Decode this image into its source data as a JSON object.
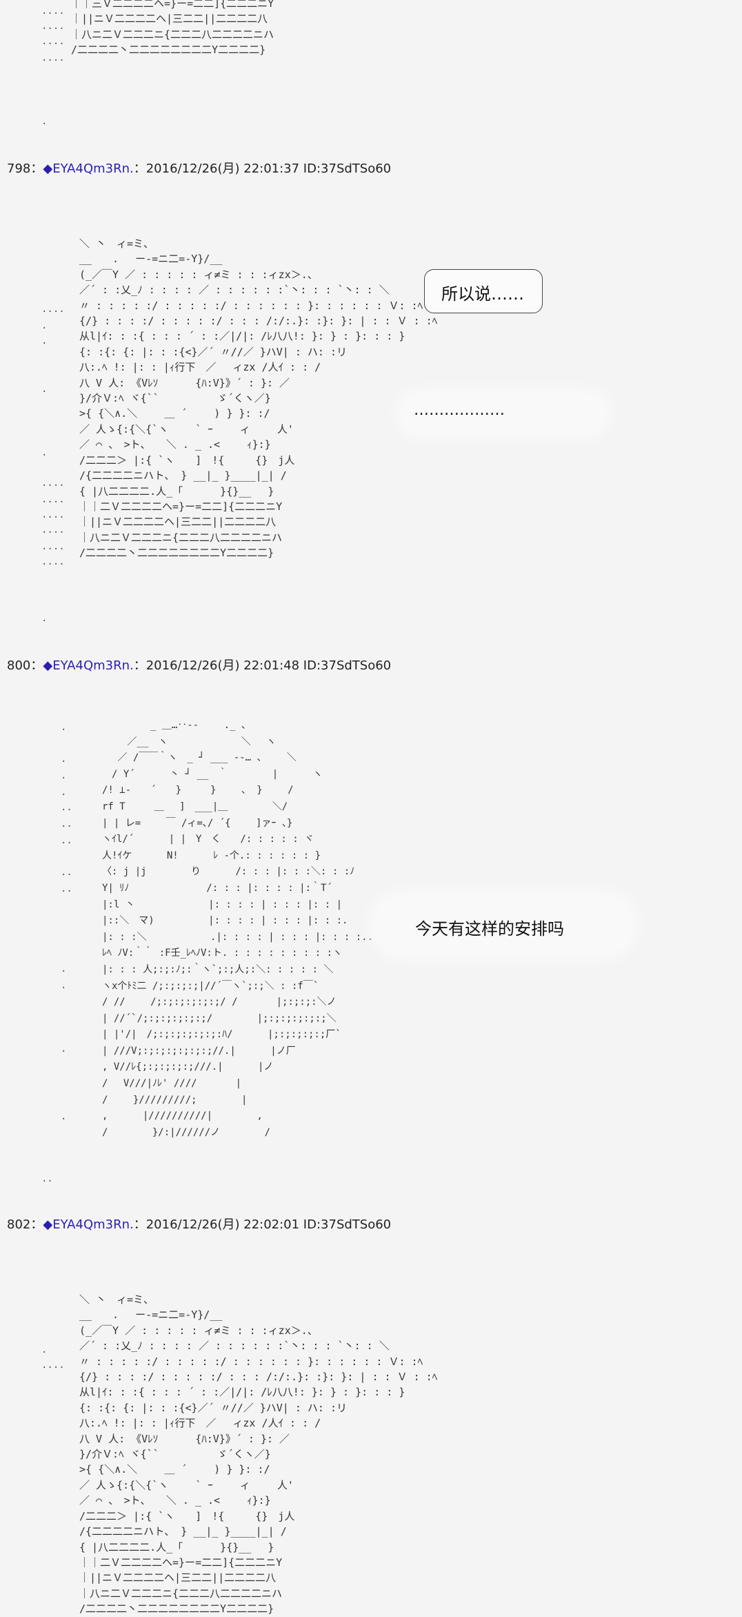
{
  "posts": [
    {
      "number": "798",
      "separator": "：",
      "trip": "◆EYA4Qm3Rn.",
      "meta": "：2016/12/26(月) 22:01:37 ID:37SdTSo60",
      "speech": [
        "所以说……",
        "………………"
      ]
    },
    {
      "number": "800",
      "separator": "：",
      "trip": "◆EYA4Qm3Rn.",
      "meta": "：2016/12/26(月) 22:01:48 ID:37SdTSo60",
      "speech": [
        "今天有这样的安排吗"
      ]
    },
    {
      "number": "802",
      "separator": "：",
      "trip": "◆EYA4Qm3Rn.",
      "meta": "：2016/12/26(月) 22:02:01 ID:37SdTSo60",
      "speech": []
    }
  ],
  "art": {
    "top_fragment": "｜｜三Ｖ二二二二ヘ=}ー=二二]{二二二ニY\n｜||ニＶ二二二二ヘ|三二二||二二二二八\n｜八ニ二Ｖ二二二ニ{二二二八二二二二ニハ\n/二二二二丶二二二二二二二二Y二二二二}",
    "figure_a": "＼ 丶　ィ=ミ、\n__　　.　 ー-=ニ二=-Y}/__\n(_／￣Y ／ : : : : : ィ≠ミ : : :ィzx＞.、\n／´ : :乂_ﾉ : : : : ／ : : : : : :`丶: : : `丶: : ＼\n〃 : : : : :/ : : : : :/ : : : : : : }: : : : : : Ｖ: :ﾍ\n{/} : : : :/ : : : : :/ : : : /:/:.}: :}: }: | : : Ｖ : :ﾍ\n从l|ｲ: : :{ : : : ´ : :／|/|: /ﾚ八八!: }: } : }: : : }\n{: :{: {: |: : :{<}／´ 〃//／ }ハV| : ハ: :リ\n八:.ﾍ !: |: : |ｨ行下　／　 ィzx /人ｲ : : /\n八 V 人: 《Vﾚｿ　　　 {ﾊ:V}》´ : }: ／\n}/介Ｖ:ﾍ ヾ{``　　　　　 ゞ´くヽ／}\n>{ {＼∧.＼　　 ＿ ´　　 ) } }: :/\n／ 人ゝ{:{＼{`ヽ　　 ` ｰ　　 ィ　　 人'\n／ ⌒ 、　>ト、　　＼ . _ .<　　 ｨ}:}\n/二二二＞ |:{ `ヽ　　]　!{　　　{}　j人\n/{二二二二ニハト、 } __|_ }____|_| /\n{ |八二二二二.人_「　　　 }{}__　 }\n｜｜二Ｖ二二二二ヘ=}ー=二二]{二二二ニY\n｜||ニＶ二二二二ヘ|三二二||二二二二八\n｜八ニ二Ｖ二二二ニ{二二二八二二二二ニハ\n/二二二二丶二二二二二二二二Y二二二二}",
    "figure_b": "　　　　　_ ＿…‥-‐　　 ._ 、\n　　 ／__　ヽ　　　　　　　 ＼　 ヽ\n　 ／ /￣￣｀ヽ　_ ┘ ___ ‐‐… 、　　 ＼\n　/ Y´　　　 丶 ┘ __　｀　　　　 |　　　 ヽ\n/! ⊥‐　　´　　}　　　}　　 、 }　　 /\nrf T　　　＿　 ]　___|＿　　　　 ＼/\n| | レ=　　 ￣ /ィ=､/ ´{　　 ]ァｰ 、}\nヽｲl/´　　　 | |　Y　く　　/: : : : : ヾ\n人!ｲケ　　　 N!　　　 ﾚ ‐个.: : : : : : }\n〈: j |j　　　　 り　　　 /: : : |: : :＼: : :ﾉ\nY| ﾘﾉ　　　　　　　　/: : : |: : : : |:｀T´\n|:l 丶　　　　　　　 |: : : : | : : : |: : |\n|::＼　マ)　　　　　 |: : : : | : : : |: : :.\n|: : :＼　　　　　　 .|: : : : | : : : |: : : :..\nﾚﾍ ﾉV:｀｀ :F壬_ﾚﾍﾉV:ト. : : : : : : : : :ヽ\n|: : : 人;:;:ﾉ;:｀ヽ`;:;人;:＼: : : : : ＼\nヽx个ﾄﾐ二 /;:;:;:;|//´￣ヽ`;:;＼ : :f￣`\n/ //　　 /;:;:;:;:;:;/ /　　　　|;:;:;:＼ノ\n| //´`/;:;:;:;:;:;/　　　　 |;:;:;:;:;:;＼\n| |'/|　/;:;:;:;:;:;:ﾊ/　　　 |;:;:;:;:;厂`\n| ///V;:;:;:;:;:;:;//.|　　　 |ノ厂\n, V//ﾚ{;:;:;:;:;///.|　　　 |ノ\n/　 V///|ﾉﾚ' ////　　　　|\n/　　 }/////////;　　　　 |\n,　　　 |//////////|　　　　 ,\n/　　　　 }/:|//////ノ　　　　 /"
  }
}
